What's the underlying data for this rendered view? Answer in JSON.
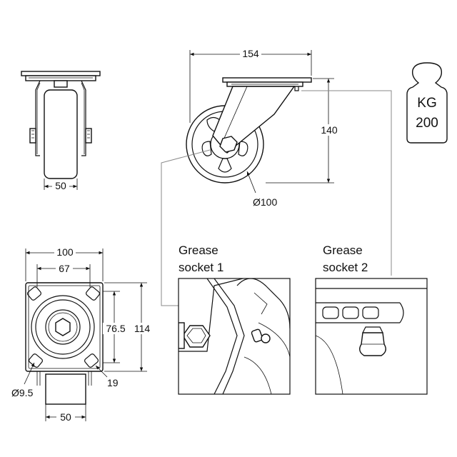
{
  "dimensions": {
    "side_width": "50",
    "front_width": "154",
    "front_height": "140",
    "wheel_diameter": "Ø100",
    "plate_width": "100",
    "plate_hole_spacing": "67",
    "plate_hole_spacing_v": "76.5",
    "plate_height": "114",
    "plate_offset": "19",
    "hole_diameter": "Ø9.5",
    "bottom_width": "50"
  },
  "labels": {
    "grease1_line1": "Grease",
    "grease1_line2": "socket 1",
    "grease2_line1": "Grease",
    "grease2_line2": "socket 2"
  },
  "load": {
    "unit": "KG",
    "value": "200"
  }
}
